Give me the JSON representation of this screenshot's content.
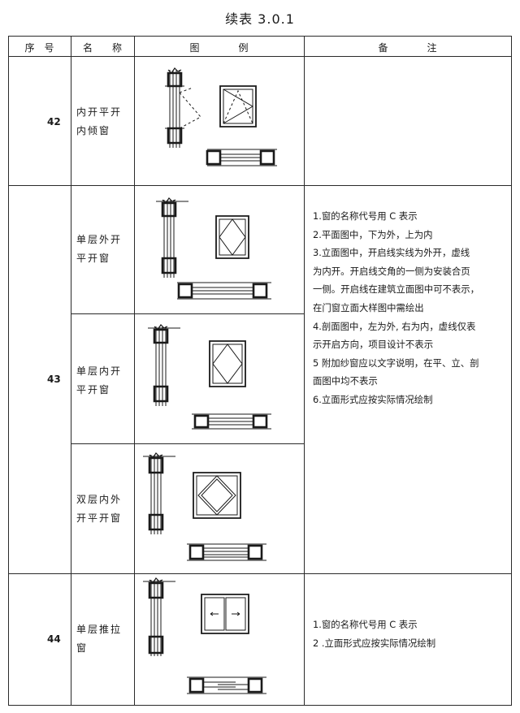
{
  "title": "续表 3.0.1",
  "headers": {
    "seq": "序　号",
    "name": "名　　称",
    "legend": "图　　　　例",
    "note": "备　　　　注"
  },
  "rows": [
    {
      "seq": "42",
      "name": "内开平开\n内倾窗"
    },
    {
      "seq": "43",
      "items": [
        {
          "name": "单层外开\n平开窗"
        },
        {
          "name": "单层内开\n平开窗"
        },
        {
          "name": "双层内外\n开平开窗"
        }
      ]
    },
    {
      "seq": "44",
      "name": "单层推拉\n窗"
    }
  ],
  "notes_group_43": [
    "1.窗的名称代号用 C 表示",
    "2.平面图中，下为外，上为内",
    "3.立面图中，开启线实线为外开，虚线",
    "为内开。开启线交角的一侧为安装合页",
    "一侧。开启线在建筑立面图中可不表示，",
    "在门窗立面大样图中需绘出",
    "4.剖面图中，左为外, 右为内，虚线仅表",
    "示开启方向，项目设计不表示",
    "5 附加纱窗应以文字说明，在平、立、剖",
    "面图中均不表示",
    "6.立面形式应按实际情况绘制"
  ],
  "notes_group_44": [
    "1.窗的名称代号用 C 表示",
    "2 .立面形式应按实际情况绘制"
  ]
}
